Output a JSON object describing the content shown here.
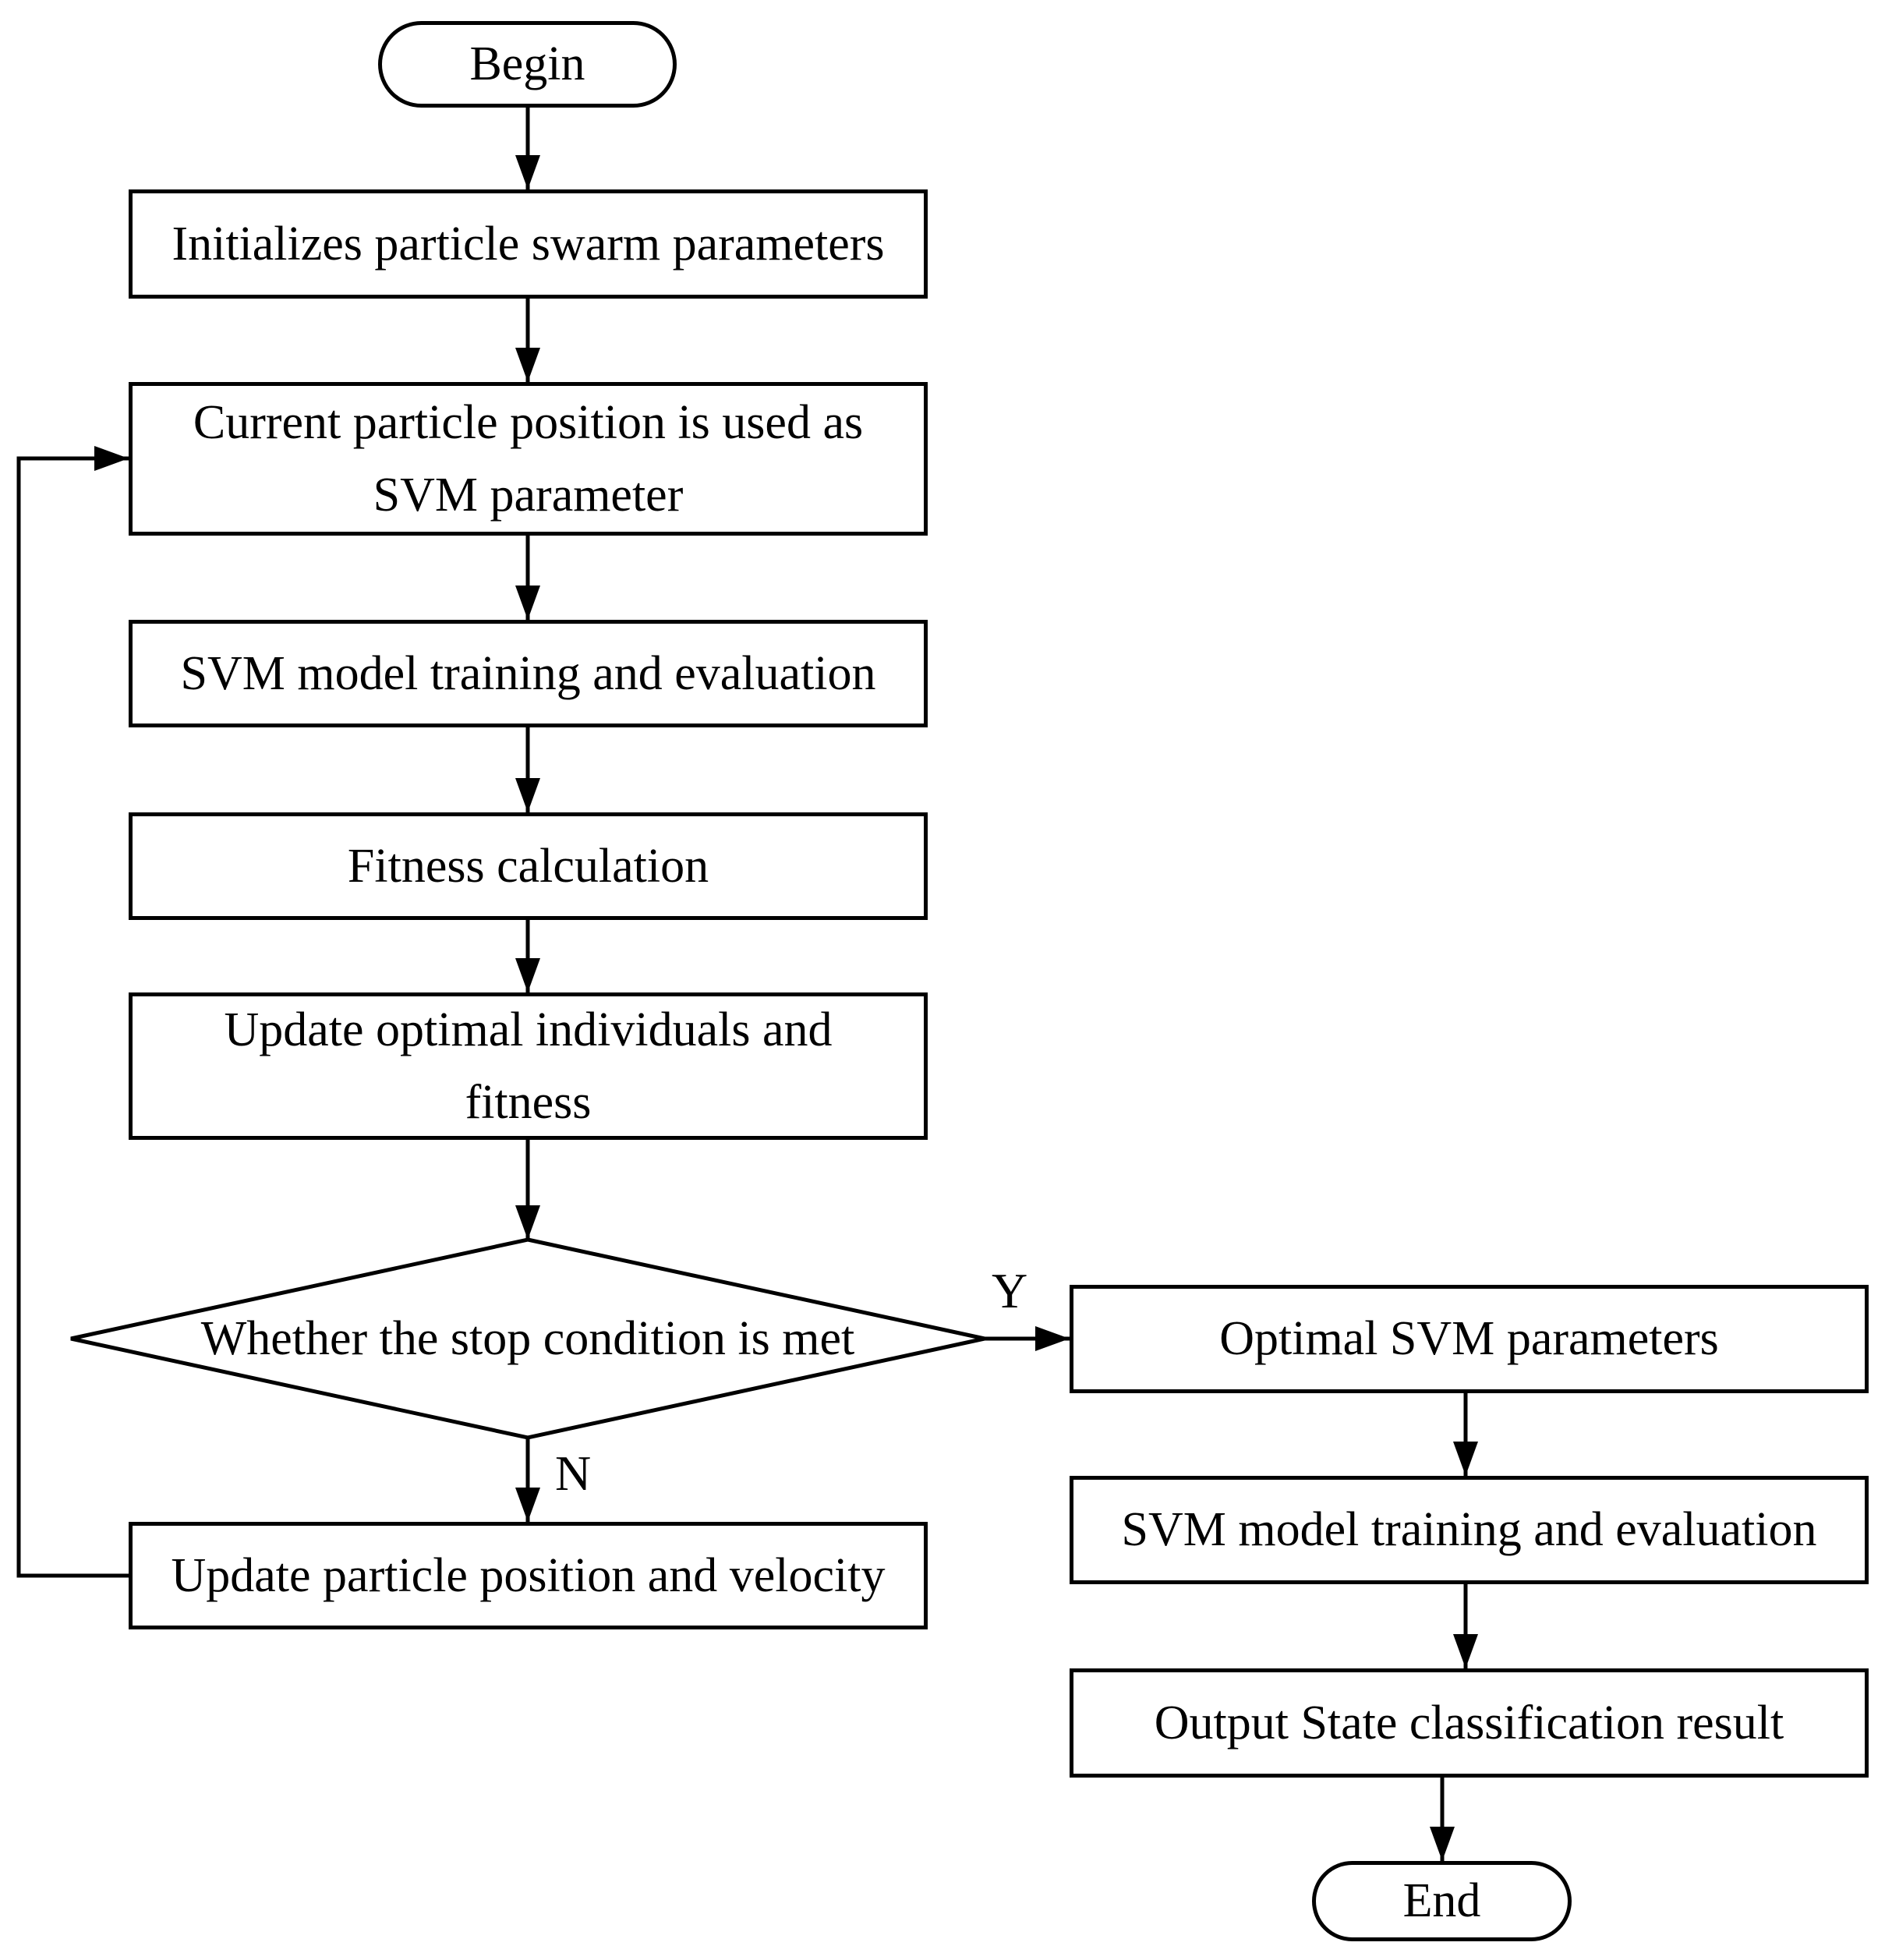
{
  "diagram": {
    "background": "#ffffff",
    "stroke_color": "#000000",
    "nodes": {
      "begin": {
        "type": "terminator",
        "label": "Begin"
      },
      "init_params": {
        "type": "process",
        "label": "Initializes particle swarm parameters"
      },
      "current_position": {
        "type": "process",
        "label": "Current particle position is used as\nSVM parameter"
      },
      "svm_training_loop": {
        "type": "process",
        "label": "SVM model training and evaluation"
      },
      "fitness_calc": {
        "type": "process",
        "label": "Fitness calculation"
      },
      "update_optimal": {
        "type": "process",
        "label": "Update optimal individuals and\nfitness"
      },
      "stop_condition": {
        "type": "decision",
        "label": "Whether the stop condition is met"
      },
      "update_particle": {
        "type": "process",
        "label": "Update particle position and velocity"
      },
      "optimal_params": {
        "type": "process",
        "label": "Optimal SVM parameters"
      },
      "svm_training_final": {
        "type": "process",
        "label": "SVM model training and evaluation"
      },
      "output_result": {
        "type": "process",
        "label": "Output State classification result"
      },
      "end": {
        "type": "terminator",
        "label": "End"
      }
    },
    "branch_labels": {
      "yes": "Y",
      "no": "N"
    },
    "edges": [
      {
        "from": "begin",
        "to": "init_params"
      },
      {
        "from": "init_params",
        "to": "current_position"
      },
      {
        "from": "current_position",
        "to": "svm_training_loop"
      },
      {
        "from": "svm_training_loop",
        "to": "fitness_calc"
      },
      {
        "from": "fitness_calc",
        "to": "update_optimal"
      },
      {
        "from": "update_optimal",
        "to": "stop_condition"
      },
      {
        "from": "stop_condition",
        "to": "optimal_params",
        "label": "Y"
      },
      {
        "from": "stop_condition",
        "to": "update_particle",
        "label": "N"
      },
      {
        "from": "update_particle",
        "to": "current_position"
      },
      {
        "from": "optimal_params",
        "to": "svm_training_final"
      },
      {
        "from": "svm_training_final",
        "to": "output_result"
      },
      {
        "from": "output_result",
        "to": "end"
      }
    ]
  }
}
